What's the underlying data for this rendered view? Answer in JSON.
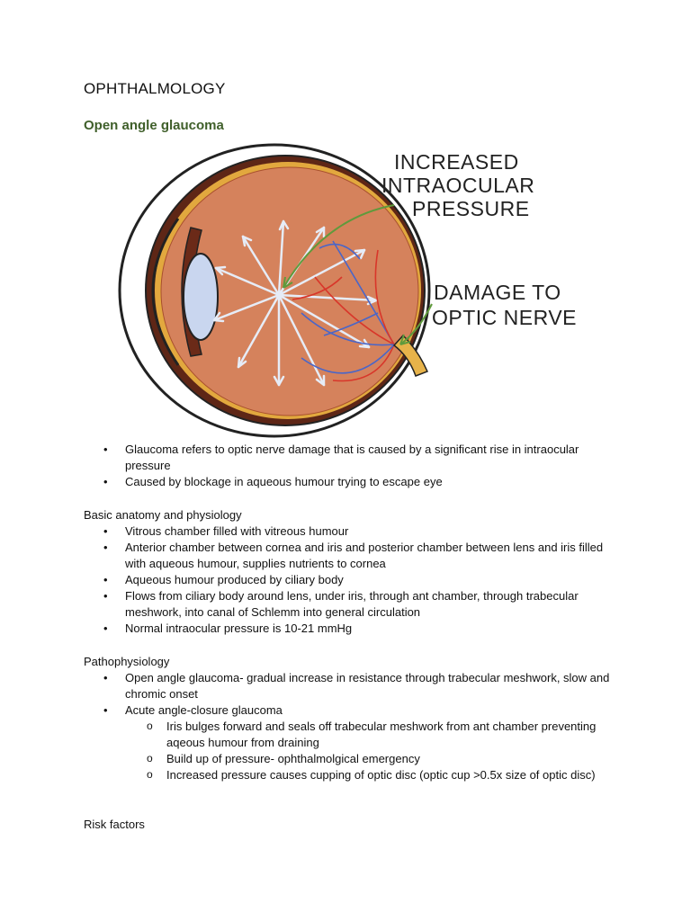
{
  "document": {
    "title": "OPHTHALMOLOGY",
    "subtitle": "Open angle glaucoma",
    "figure": {
      "label_pressure_1": "INCREASED",
      "label_pressure_2": "INTRAOCULAR",
      "label_pressure_3": "PRESSURE",
      "label_nerve_1": "DAMAGE TO",
      "label_nerve_2": "OPTIC NERVE",
      "colors": {
        "vitreous": "#d5825c",
        "sclera": "#5e2616",
        "lens": "#c9d6ef",
        "arrow_green": "#5f9a3c",
        "nerve": "#e7b34a"
      }
    },
    "intro_bullets": [
      "Glaucoma refers to optic nerve damage that is caused by a significant rise in intraocular pressure",
      "Caused by blockage in aqueous humour trying to escape eye"
    ],
    "anatomy": {
      "heading": "Basic anatomy and physiology",
      "bullets": [
        "Vitrous chamber filled with vitreous humour",
        "Anterior chamber between cornea and iris and posterior chamber between lens and iris filled with aqueous humour, supplies nutrients to cornea",
        "Aqueous humour produced by ciliary body",
        "Flows from ciliary body around lens, under iris, through ant chamber, through trabecular meshwork, into canal of Schlemm into general circulation",
        "Normal intraocular pressure is 10-21 mmHg"
      ]
    },
    "patho": {
      "heading": "Pathophysiology",
      "bullet_1": "Open angle glaucoma- gradual increase in resistance through trabecular meshwork, slow and chromic onset",
      "bullet_2": "Acute angle-closure glaucoma",
      "sub_bullets": [
        "Iris bulges forward and seals off trabecular meshwork from ant chamber preventing aqeous humour from draining",
        "Build up of pressure- ophthalmolgical emergency",
        "Increased pressure causes cupping of optic disc (optic cup >0.5x size of optic disc)"
      ]
    },
    "risk": {
      "heading": "Risk factors"
    }
  }
}
